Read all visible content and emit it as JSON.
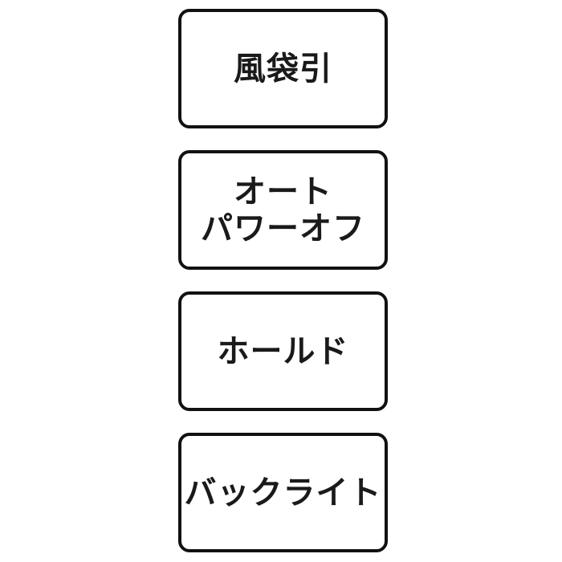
{
  "buttons": [
    {
      "id": "air-bag-wind-draw",
      "lines": [
        "風袋引"
      ]
    },
    {
      "id": "auto-power-off",
      "lines": [
        "オート",
        "パワーオフ"
      ]
    },
    {
      "id": "hold",
      "lines": [
        "ホールド"
      ]
    },
    {
      "id": "backlight",
      "lines": [
        "バックライト"
      ]
    }
  ],
  "colors": {
    "border": "#111111",
    "text": "#1a1a1a",
    "background": "#ffffff"
  }
}
